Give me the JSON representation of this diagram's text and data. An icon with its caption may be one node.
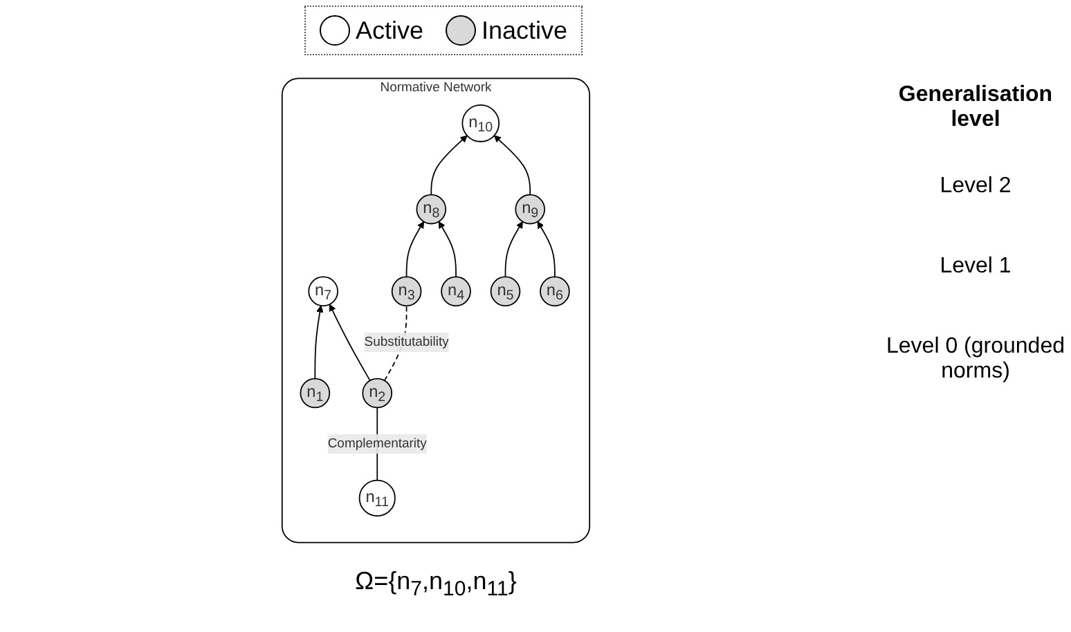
{
  "diagram": {
    "nodes": [
      {
        "text": [
          "Normative Network"
        ]
      },
      {
        "text": [
          "n$_{7}$"
        ],
        "in": 0
      },
      {
        "text": [
          "n$_{10}$"
        ],
        "in": 0
      },
      {
        "text": [
          "n$_{8}$"
        ],
        "in": 0
      },
      {
        "text": [
          "n$_{9}$"
        ],
        "in": 0
      },
      {
        "text": [
          "n$_{11}$"
        ],
        "in": 0
      },
      {
        "text": [
          "n$_{1}$"
        ],
        "in": 0
      },
      {
        "text": [
          "n$_{2}$"
        ],
        "in": 0
      },
      {
        "text": [
          "n$_{3}$"
        ],
        "in": 0
      },
      {
        "text": [
          "n$_{4}$"
        ],
        "in": 0
      },
      {
        "text": [
          "n$_{5}$"
        ],
        "in": 0
      },
      {
        "text": [
          "n$_{6}$"
        ],
        "in": 0
      }
    ],
    "edges": [
      {
        "from": 6,
        "to": 1,
        "arrow": "to"
      },
      {
        "from": 7,
        "to": 1,
        "arrow": "to"
      },
      {
        "from": 3,
        "to": 2,
        "arrow": "to"
      },
      {
        "from": 4,
        "to": 2,
        "arrow": "to"
      },
      {
        "from": 8,
        "to": 3,
        "arrow": "to"
      },
      {
        "from": 9,
        "to": 3,
        "arrow": "to"
      },
      {
        "from": 10,
        "to": 4,
        "arrow": "to"
      },
      {
        "from": 11,
        "to": 4,
        "arrow": "to"
      },
      {
        "from": 7,
        "to": 8,
        "arrow": "none",
        "label": "Substitutability",
        "style": "dashed"
      },
      {
        "from": 5,
        "to": 7,
        "arrow": "none",
        "label": "Complementarity"
      }
    ],
    "labels": [
      "Generalisation level",
      "Level 2",
      "Level 1",
      "Level 0 (grounded norms)",
      "Ω={n$_{7}$,n$_{10}$,n$_{11}$}"
    ],
    "legend": [
      {
        "text": "Active",
        "color": "#ffffff"
      },
      {
        "text": "Inactive",
        "color": "#d9d9d9"
      }
    ]
  }
}
